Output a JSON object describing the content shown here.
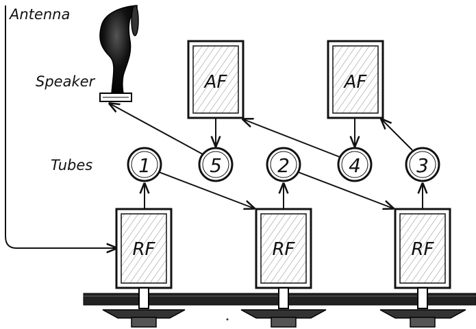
{
  "labels": {
    "antenna": "Antenna",
    "speaker": "Speaker",
    "tubes": "Tubes"
  },
  "af_boxes": [
    {
      "label": "AF"
    },
    {
      "label": "AF"
    }
  ],
  "rf_boxes": [
    {
      "label": "RF"
    },
    {
      "label": "RF"
    },
    {
      "label": "RF"
    }
  ],
  "tubes": [
    {
      "number": "1"
    },
    {
      "number": "5"
    },
    {
      "number": "2"
    },
    {
      "number": "4"
    },
    {
      "number": "3"
    }
  ],
  "colors": {
    "ink": "#111111",
    "panel": "#222222",
    "background": "#ffffff"
  }
}
